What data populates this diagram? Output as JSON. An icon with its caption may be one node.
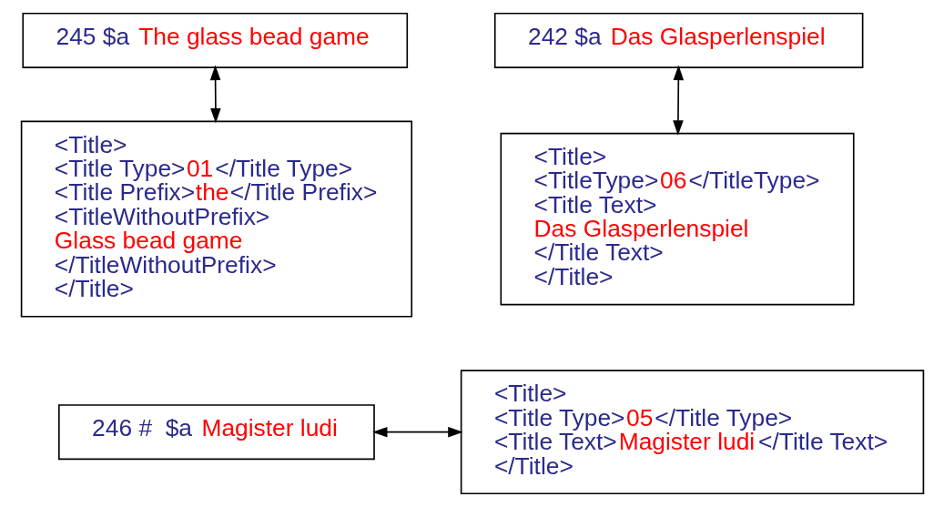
{
  "diagram": {
    "nodes": [
      {
        "text": [
          "245 $a The glass bead game"
        ]
      },
      {
        "text": [
          "242 $a Das Glasperlenspiel"
        ]
      },
      {
        "text": [
          "<Title>",
          "<Title Type>01</Title Type>",
          "<Title Prefix>the</Title Prefix>",
          "<TitleWithoutPrefix>",
          "Glass bead game",
          "</TitleWithoutPrefix>",
          "</Title>"
        ]
      },
      {
        "text": [
          "<Title>",
          "<TitleType>06</TitleType>",
          "<Title Text>",
          "Das Glasperlenspiel",
          "</Title Text>",
          "</Title>"
        ]
      },
      {
        "text": [
          "246 #  $a Magister ludi"
        ]
      },
      {
        "text": [
          "<Title>",
          "<Title Type>05</Title Type>",
          "<Title Text>Magister ludi</Title Text>",
          "</Title>"
        ]
      }
    ],
    "edges": [
      {
        "from": 0,
        "to": 2,
        "arrow": "both"
      },
      {
        "from": 1,
        "to": 3,
        "arrow": "both"
      },
      {
        "from": 4,
        "to": 5,
        "arrow": "both"
      }
    ]
  }
}
